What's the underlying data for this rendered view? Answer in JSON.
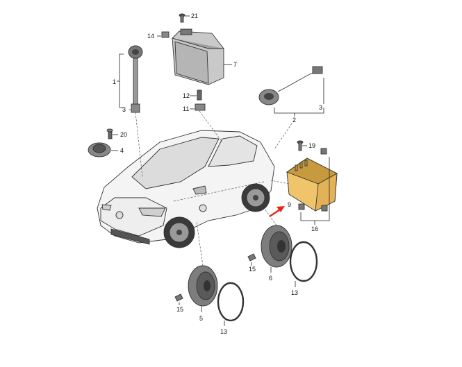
{
  "diagram": {
    "callouts": {
      "c1": "1",
      "c2": "2",
      "c3a": "3",
      "c3b": "3",
      "c4": "4",
      "c5": "5",
      "c6": "6",
      "c7": "7",
      "c9": "9",
      "c11": "11",
      "c12": "12",
      "c13a": "13",
      "c13b": "13",
      "c14": "14",
      "c15a": "15",
      "c15b": "15",
      "c16": "16",
      "c19": "19",
      "c20": "20",
      "c21": "21"
    },
    "colors": {
      "amplifier": "#f0c46a",
      "amplifier_dark": "#c89a3e",
      "highlight_arrow": "#e8261c",
      "car_body": "#f4f4f4",
      "parts_gray": "#8a8a8a"
    }
  }
}
